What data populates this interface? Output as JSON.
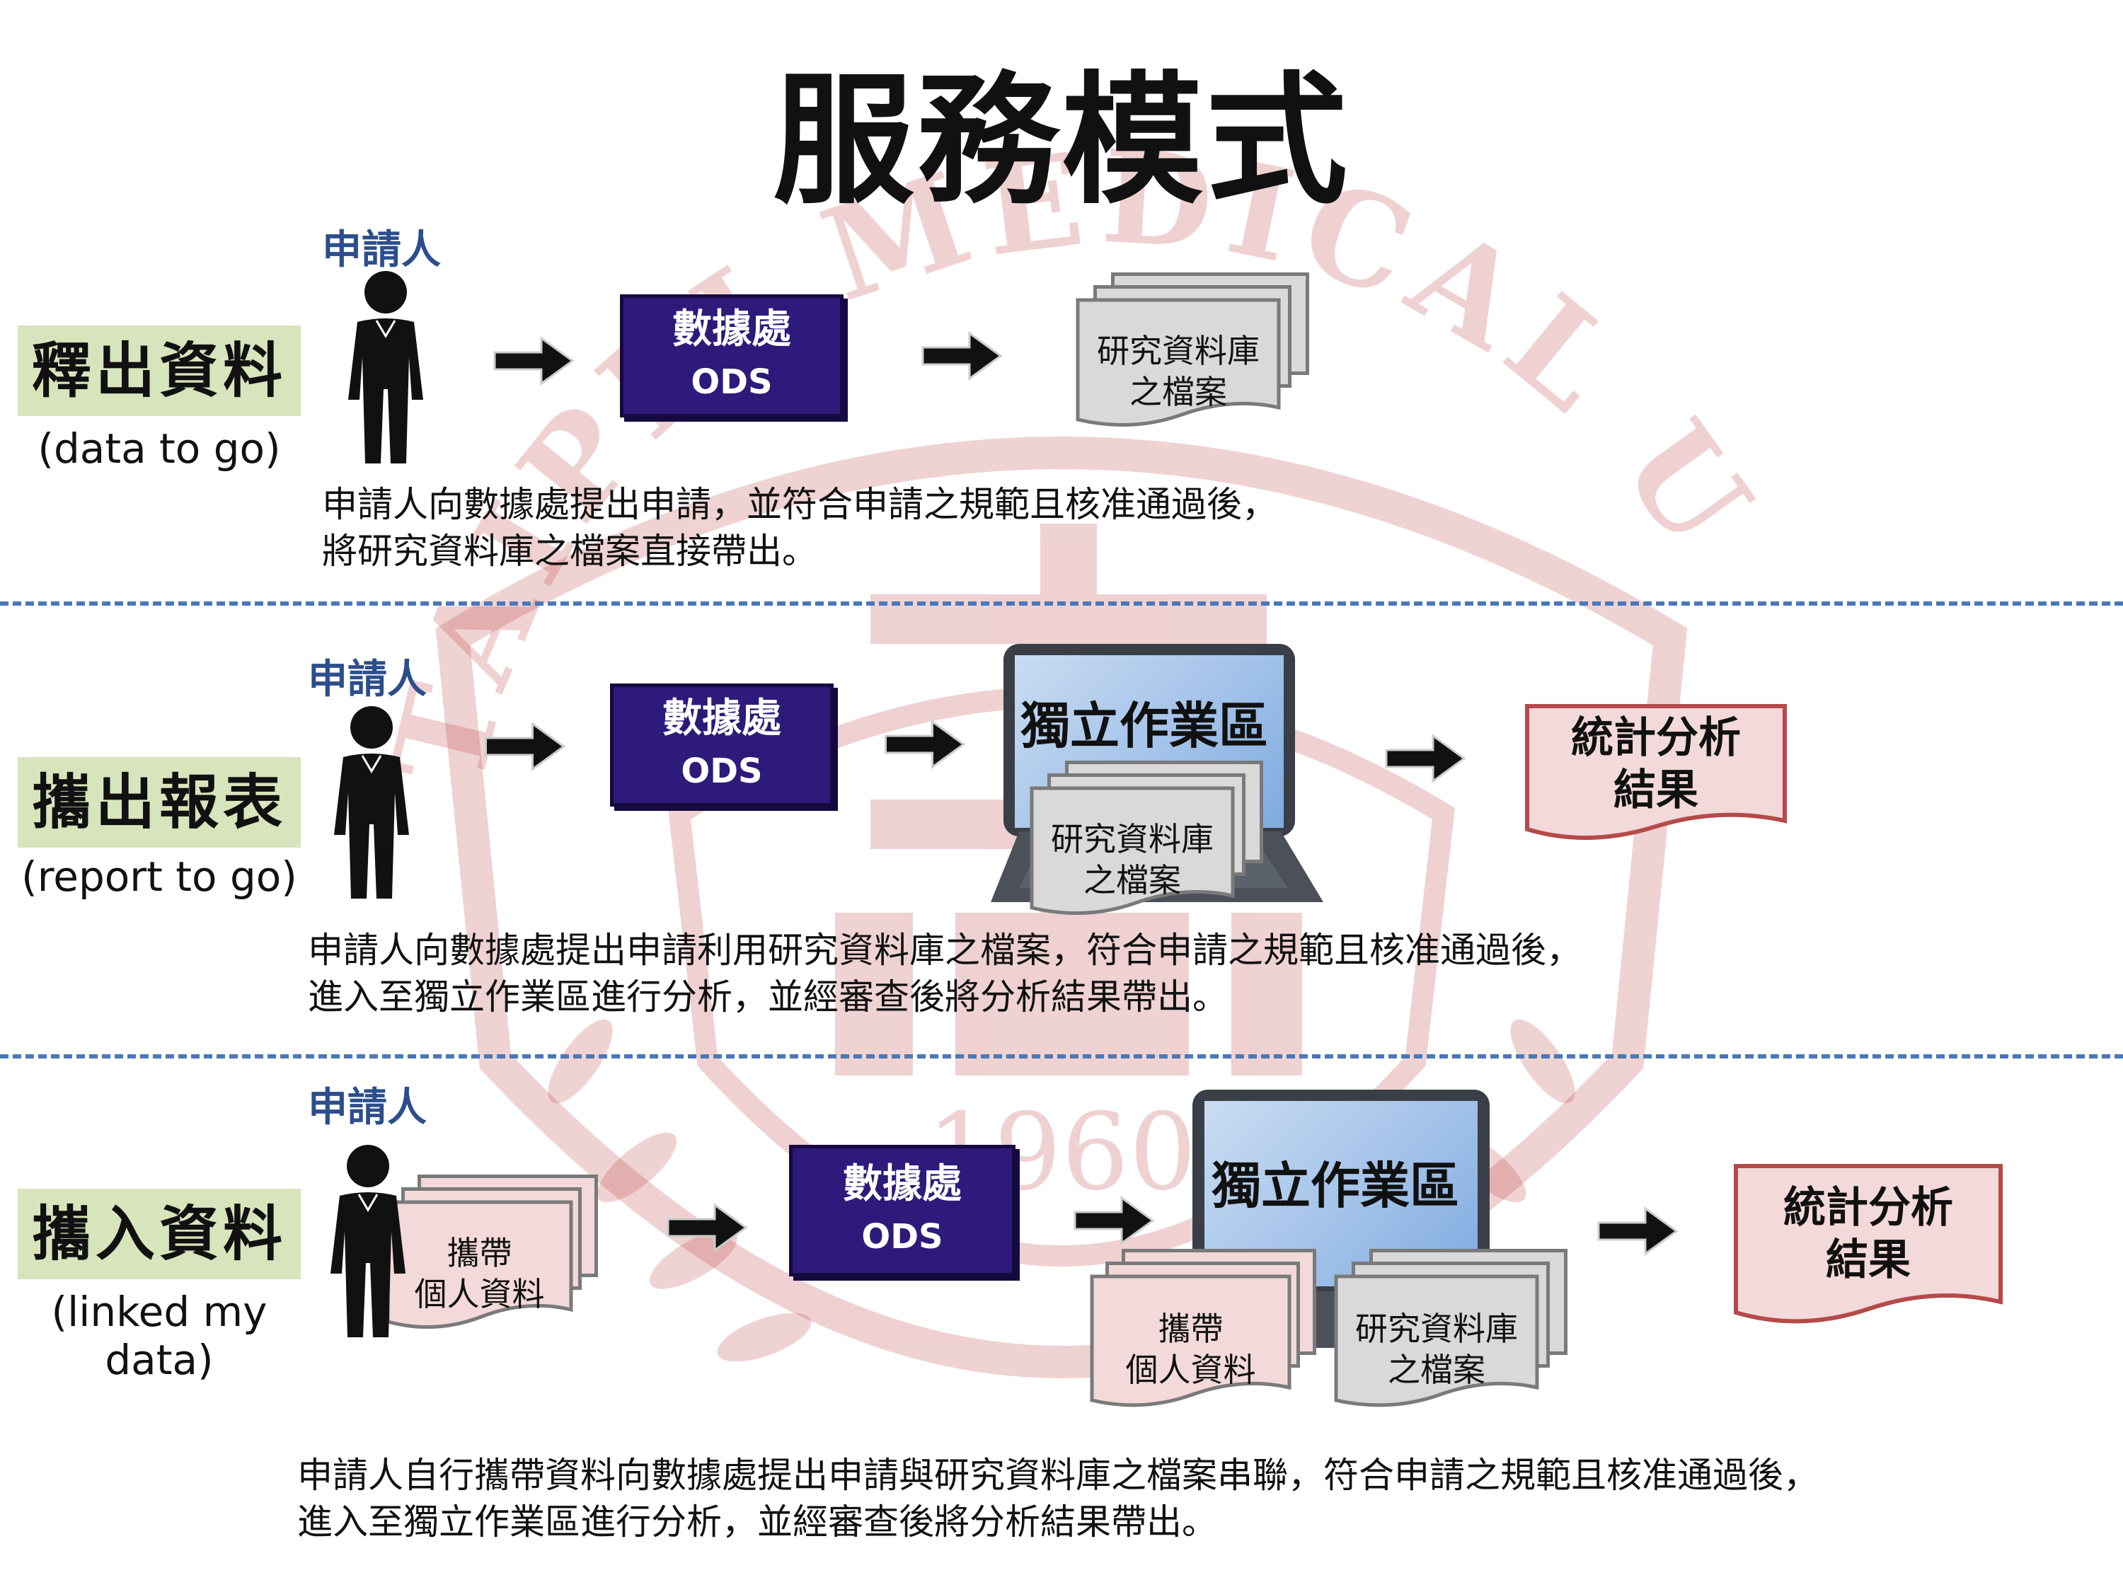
{
  "title": "服務模式",
  "watermark": {
    "arc_text": "TAIPEI MEDICAL UNIVERSITY",
    "year": "1960",
    "color": "#c97a7a"
  },
  "common": {
    "applicant": "申請人",
    "ods_line1": "數據處",
    "ods_line2": "ODS",
    "db_file_line1": "研究資料庫",
    "db_file_line2": "之檔案",
    "workspace": "獨立作業區",
    "result_line1": "統計分析",
    "result_line2": "結果",
    "carry_line1": "攜帶",
    "carry_line2": "個人資料"
  },
  "sections": [
    {
      "label": "釋出資料",
      "sub": "(data to go)",
      "desc_line1": "申請人向數據處提出申請，並符合申請之規範且核准通過後，",
      "desc_line2": "將研究資料庫之檔案直接帶出。"
    },
    {
      "label": "攜出報表",
      "sub": "(report to go)",
      "desc_line1": "申請人向數據處提出申請利用研究資料庫之檔案，符合申請之規範且核准通過後，",
      "desc_line2": "進入至獨立作業區進行分析，並經審查後將分析結果帶出。"
    },
    {
      "label": "攜入資料",
      "sub": "(linked my data)",
      "desc_line1": "申請人自行攜帶資料向數據處提出申請與研究資料庫之檔案串聯，符合申請之規範且核准通過後，",
      "desc_line2": "進入至獨立作業區進行分析，並經審查後將分析結果帶出。"
    }
  ],
  "colors": {
    "ods_fill": "#2e1a7a",
    "label_fill": "#d8e4bc",
    "applicant_text": "#2c4e8c",
    "divider": "#4a78b8",
    "result_fill": "#f3d9d9",
    "result_border": "#b54a4a"
  }
}
